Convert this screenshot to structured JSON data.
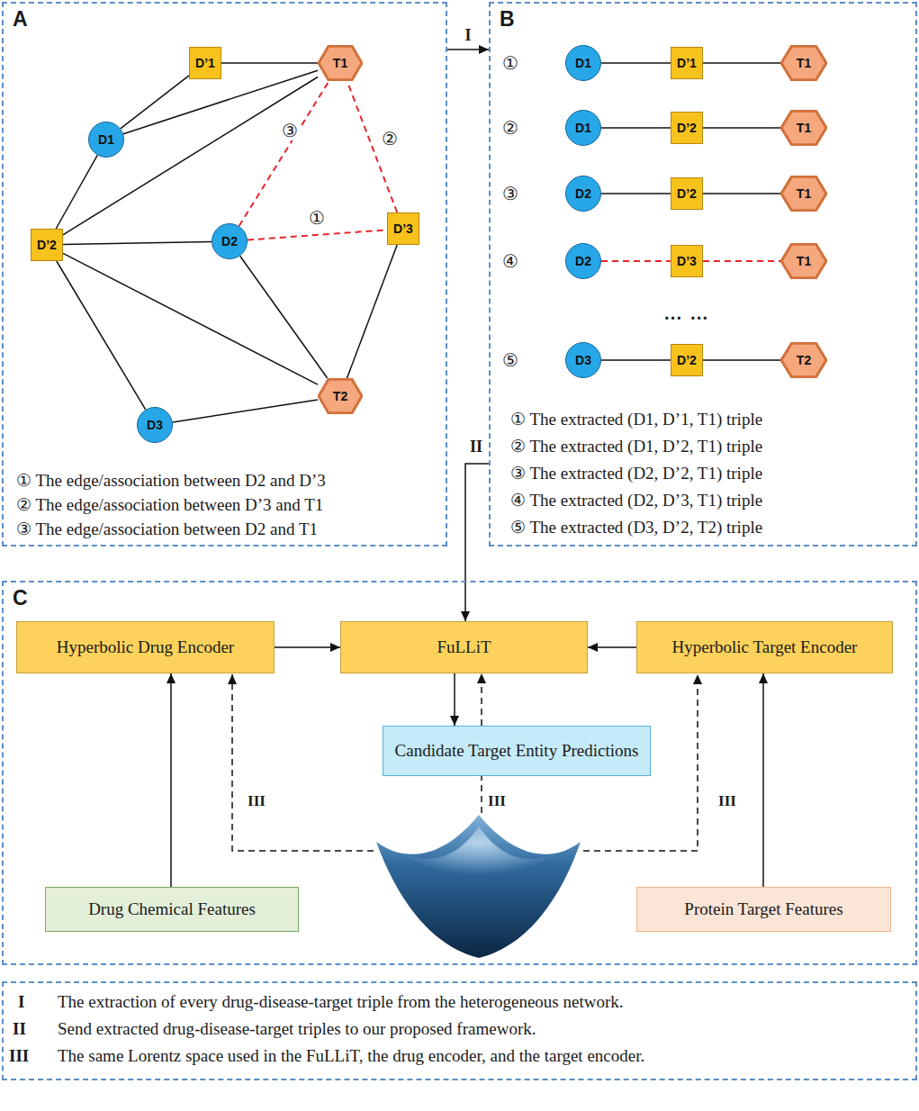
{
  "diagram": {
    "nodes": [
      {
        "text": [
          "A",
          "① The edge/association between D2 and D’3",
          "② The edge/association between D’3 and T1",
          "③ The edge/association between D2 and T1"
        ]
      },
      {
        "text": [
          "D’1"
        ],
        "in": 0
      },
      {
        "text": [
          "T1"
        ],
        "in": 0
      },
      {
        "text": [
          "D1"
        ],
        "in": 0
      },
      {
        "text": [
          "D’2"
        ],
        "in": 0
      },
      {
        "text": [
          "D2"
        ],
        "in": 0
      },
      {
        "text": [
          "D’3"
        ],
        "in": 0
      },
      {
        "text": [
          "D3"
        ],
        "in": 0
      },
      {
        "text": [
          "T2"
        ],
        "in": 0
      },
      {
        "text": [
          "B",
          "① The extracted (D1, D’1, T1) triple",
          "② The extracted (D1, D’2, T1) triple",
          "③ The extracted (D2, D’2, T1) triple",
          "④ The extracted (D2, D’3, T1) triple",
          "⑤ The extracted (D3, D’2, T2) triple"
        ]
      },
      {
        "text": [
          "D1"
        ],
        "in": 9
      },
      {
        "text": [
          "D’1"
        ],
        "in": 9
      },
      {
        "text": [
          "T1"
        ],
        "in": 9
      },
      {
        "text": [
          "D1"
        ],
        "in": 9
      },
      {
        "text": [
          "D’2"
        ],
        "in": 9
      },
      {
        "text": [
          "T1"
        ],
        "in": 9
      },
      {
        "text": [
          "D2"
        ],
        "in": 9
      },
      {
        "text": [
          "D’2"
        ],
        "in": 9
      },
      {
        "text": [
          "T1"
        ],
        "in": 9
      },
      {
        "text": [
          "D2"
        ],
        "in": 9
      },
      {
        "text": [
          "D’3"
        ],
        "in": 9
      },
      {
        "text": [
          "T1"
        ],
        "in": 9
      },
      {
        "text": [
          "D3"
        ],
        "in": 9
      },
      {
        "text": [
          "D’2"
        ],
        "in": 9
      },
      {
        "text": [
          "T2"
        ],
        "in": 9
      },
      {
        "text": [
          "C"
        ]
      },
      {
        "text": [
          "Hyperbolic Drug Encoder"
        ],
        "in": 25
      },
      {
        "text": [
          "FuLLiT"
        ],
        "in": 25
      },
      {
        "text": [
          "Hyperbolic Target Encoder"
        ],
        "in": 25
      },
      {
        "text": [
          "Candidate Target Entity Predictions"
        ],
        "in": 25
      },
      {
        "text": [
          "Drug Chemical Features"
        ],
        "in": 25
      },
      {
        "text": [
          "Protein Target Features"
        ],
        "in": 25
      },
      {
        "text": [
          "I",
          "The extraction of every drug-disease-target triple from the heterogeneous network.",
          "II",
          "Send extracted drug-disease-target triples to our proposed framework.",
          "III",
          "The same Lorentz space used in the FuLLiT, the drug encoder, and the target encoder."
        ]
      }
    ],
    "edges": [
      {
        "from": 3,
        "to": 1,
        "arrow": "none"
      },
      {
        "from": 1,
        "to": 2,
        "arrow": "none"
      },
      {
        "from": 3,
        "to": 2,
        "arrow": "none"
      },
      {
        "from": 3,
        "to": 4,
        "arrow": "none"
      },
      {
        "from": 4,
        "to": 2,
        "arrow": "none"
      },
      {
        "from": 4,
        "to": 5,
        "arrow": "none"
      },
      {
        "from": 4,
        "to": 7,
        "arrow": "none"
      },
      {
        "from": 4,
        "to": 8,
        "arrow": "none"
      },
      {
        "from": 5,
        "to": 6,
        "arrow": "none",
        "label": "①"
      },
      {
        "from": 6,
        "to": 2,
        "arrow": "none",
        "label": "②"
      },
      {
        "from": 5,
        "to": 2,
        "arrow": "none",
        "label": "③"
      },
      {
        "from": 5,
        "to": 8,
        "arrow": "none"
      },
      {
        "from": 6,
        "to": 8,
        "arrow": "none"
      },
      {
        "from": 7,
        "to": 8,
        "arrow": "none"
      },
      {
        "from": 10,
        "to": 11,
        "arrow": "none"
      },
      {
        "from": 11,
        "to": 12,
        "arrow": "none"
      },
      {
        "from": 13,
        "to": 14,
        "arrow": "none"
      },
      {
        "from": 14,
        "to": 15,
        "arrow": "none"
      },
      {
        "from": 16,
        "to": 17,
        "arrow": "none"
      },
      {
        "from": 17,
        "to": 18,
        "arrow": "none"
      },
      {
        "from": 19,
        "to": 20,
        "arrow": "none"
      },
      {
        "from": 20,
        "to": 21,
        "arrow": "none"
      },
      {
        "from": 22,
        "to": 23,
        "arrow": "none"
      },
      {
        "from": 23,
        "to": 24,
        "arrow": "none"
      },
      {
        "from": 0,
        "to": 9,
        "arrow": "to",
        "label": "I"
      },
      {
        "from": 9,
        "to": 27,
        "arrow": "to",
        "label": "II"
      },
      {
        "from": 30,
        "to": 26,
        "arrow": "to"
      },
      {
        "from": 31,
        "to": 28,
        "arrow": "to"
      },
      {
        "from": 26,
        "to": 27,
        "arrow": "to"
      },
      {
        "from": 28,
        "to": 27,
        "arrow": "to"
      },
      {
        "from": 27,
        "to": 29,
        "arrow": "to"
      },
      {
        "from": 29,
        "to": 27,
        "arrow": "to"
      }
    ],
    "labels": [
      "①",
      "②",
      "③",
      "④",
      "⑤",
      "… …",
      "III",
      "III",
      "III"
    ]
  }
}
